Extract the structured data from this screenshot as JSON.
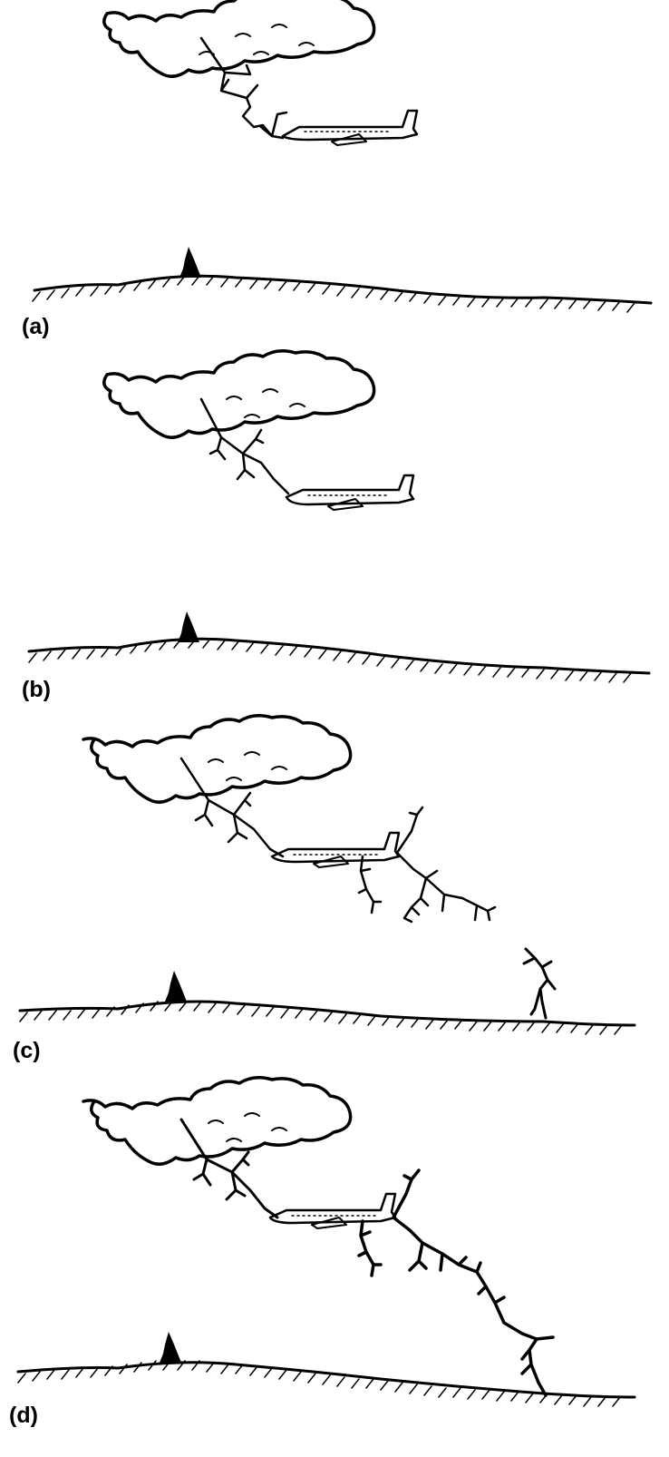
{
  "panels": [
    {
      "label": "(a)"
    },
    {
      "label": "(b)"
    },
    {
      "label": "(c)"
    },
    {
      "label": "(d)"
    }
  ],
  "colors": {
    "ink": "#000000",
    "background": "#ffffff"
  },
  "icons": [
    "cloud-icon",
    "airplane-icon",
    "tree-icon",
    "lightning-icon",
    "ground-icon"
  ]
}
